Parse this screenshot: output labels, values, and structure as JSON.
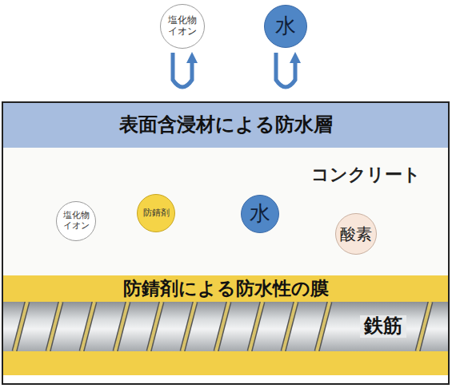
{
  "diagram": {
    "nodes": [
      {
        "text": [
          "塩化物 イオン"
        ]
      },
      {
        "text": [
          "水"
        ]
      },
      {
        "text": [
          "表面含浸材による防水層"
        ]
      },
      {
        "text": [
          "コンクリート"
        ]
      },
      {
        "text": [
          "塩化物 イオン"
        ],
        "in": 3
      },
      {
        "text": [
          "防錆剤"
        ],
        "in": 3
      },
      {
        "text": [
          "水"
        ],
        "in": 3
      },
      {
        "text": [
          "酸素"
        ],
        "in": 3
      },
      {
        "text": [
          "防錆剤による防水性の膜"
        ]
      },
      {
        "text": [
          "鉄筋"
        ]
      }
    ],
    "edges": [
      {
        "from": 5,
        "to": 8,
        "arrow": "to"
      }
    ]
  }
}
